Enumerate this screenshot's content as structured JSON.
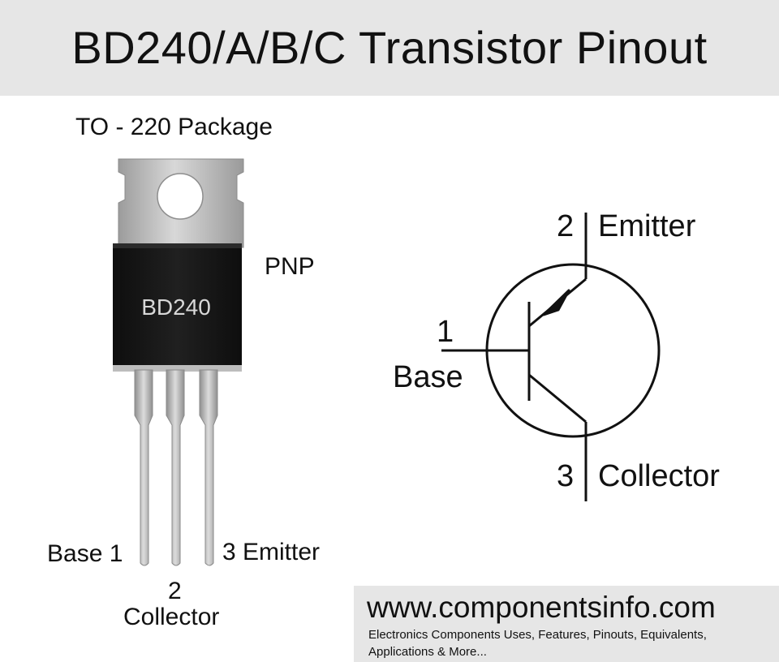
{
  "header": {
    "title": "BD240/A/B/C Transistor Pinout"
  },
  "package": {
    "label": "TO - 220 Package",
    "type_label": "PNP",
    "body_marking": "BD240",
    "pins": {
      "base": "Base 1",
      "emitter": "3 Emitter",
      "collector_number": "2",
      "collector": "Collector"
    }
  },
  "symbol": {
    "emitter_number": "2",
    "emitter": "Emitter",
    "base_number": "1",
    "base": "Base",
    "collector_number": "3",
    "collector": "Collector"
  },
  "footer": {
    "site": "www.componentsinfo.com",
    "tagline": "Electronics Components Uses, Features, Pinouts, Equivalents, Applications & More..."
  },
  "colors": {
    "header_bg": "#e6e6e6",
    "body_black": "#151515",
    "metal": "#b9b9b9",
    "text": "#111111"
  }
}
